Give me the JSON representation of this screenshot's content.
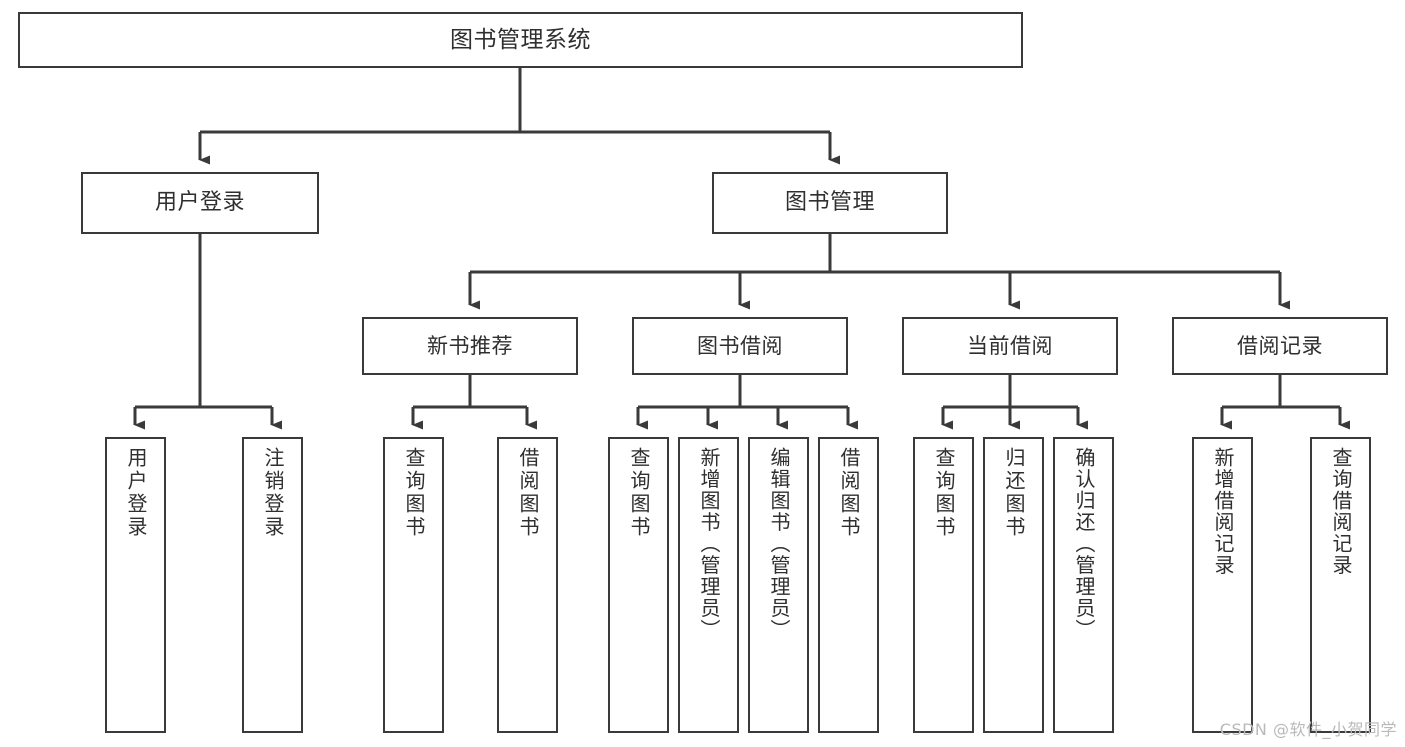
{
  "diagram": {
    "type": "tree",
    "title": "图书管理系统",
    "watermark": "CSDN @软件_小贺同学",
    "style": {
      "box_border_color": "#3a3a3a",
      "box_fill_color": "#ffffff",
      "connector_color": "#3a3a3a",
      "text_color": "#2f2f2f",
      "background_color": "#ffffff"
    },
    "nodes": {
      "root": {
        "label": "图书管理系统"
      },
      "level2": [
        {
          "label": "用户登录"
        },
        {
          "label": "图书管理"
        }
      ],
      "level3": [
        {
          "label": "新书推荐"
        },
        {
          "label": "图书借阅"
        },
        {
          "label": "当前借阅"
        },
        {
          "label": "借阅记录"
        }
      ],
      "leaves": {
        "user_login": [
          {
            "label": "用户登录"
          },
          {
            "label": "注销登录"
          }
        ],
        "new_book_recommend": [
          {
            "label": "查询图书"
          },
          {
            "label": "借阅图书"
          }
        ],
        "book_borrow": [
          {
            "label": "查询图书"
          },
          {
            "label": "新增图书（管理员）"
          },
          {
            "label": "编辑图书（管理员）"
          },
          {
            "label": "借阅图书"
          }
        ],
        "current_borrow": [
          {
            "label": "查询图书"
          },
          {
            "label": "归还图书"
          },
          {
            "label": "确认归还（管理员）"
          }
        ],
        "borrow_record": [
          {
            "label": "新增借阅记录"
          },
          {
            "label": "查询借阅记录"
          }
        ]
      }
    }
  }
}
